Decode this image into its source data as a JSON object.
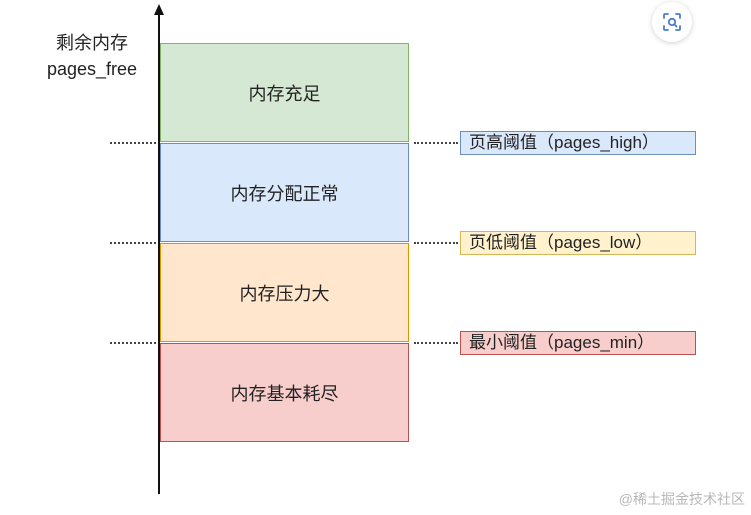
{
  "axis": {
    "label_line1": "剩余内存",
    "label_line2": "pages_free"
  },
  "zones": [
    {
      "label": "内存充足",
      "fill": "#d5e8d4",
      "border": "#82b366"
    },
    {
      "label": "内存分配正常",
      "fill": "#dae8fc",
      "border": "#6c8ebf"
    },
    {
      "label": "内存压力大",
      "fill": "#ffe6cc",
      "border": "#d79b00"
    },
    {
      "label": "内存基本耗尽",
      "fill": "#f8cecc",
      "border": "#b85450"
    }
  ],
  "thresholds": [
    {
      "label": "页高阈值（pages_high）",
      "fill": "#dae8fc",
      "border": "#6c8ebf"
    },
    {
      "label": "页低阈值（pages_low）",
      "fill": "#fff2cc",
      "border": "#d6b656"
    },
    {
      "label": "最小阈值（pages_min）",
      "fill": "#f8cecc",
      "border": "#b85450"
    }
  ],
  "toolbar": {
    "icon": "scan-icon"
  },
  "watermark": "@稀土掘金技术社区"
}
